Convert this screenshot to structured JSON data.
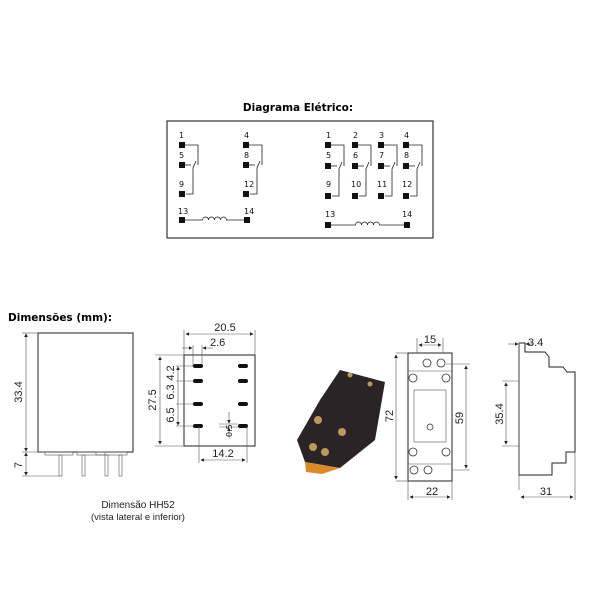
{
  "electrical": {
    "title": "Diagrama Elétrico:",
    "left_terminals": [
      "1",
      "4",
      "5",
      "8",
      "9",
      "12",
      "13",
      "14"
    ],
    "right_terminals": [
      "1",
      "2",
      "3",
      "4",
      "5",
      "6",
      "7",
      "8",
      "9",
      "10",
      "11",
      "12",
      "13",
      "14"
    ]
  },
  "dimensions": {
    "title": "Dimensões (mm):",
    "side_view": {
      "height": "33.4",
      "pin_length": "7"
    },
    "bottom_view": {
      "width": "20.5",
      "pin_offset": "2.6",
      "height": "27.5",
      "spacings": [
        "4.2",
        "6.3",
        "6.5"
      ],
      "pin_gap": "0.5",
      "pin_span": "14.2"
    },
    "caption_line1": "Dimensão HH52",
    "caption_line2": "(vista lateral e inferior)",
    "socket_front": {
      "width_top": "15",
      "height": "72",
      "mount_spacing": "59",
      "width_bottom": "22"
    },
    "socket_side": {
      "offset": "3.4",
      "height": "35.4",
      "depth": "31"
    }
  }
}
